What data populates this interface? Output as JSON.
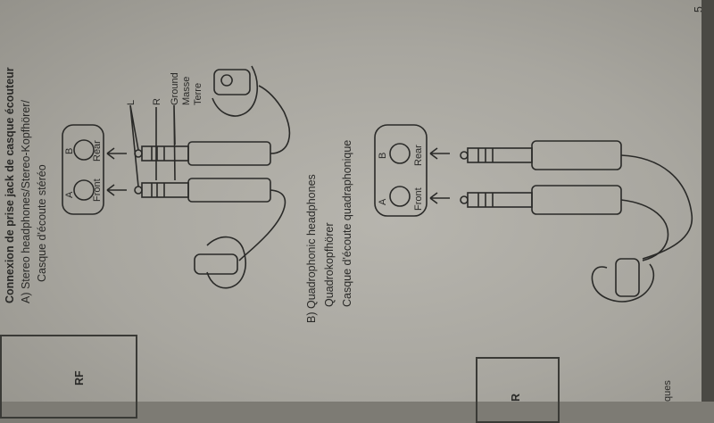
{
  "page_number": "5",
  "section": {
    "title": "Connexion de prise jack de casque écouteur"
  },
  "part_a": {
    "lines": [
      "A)  Stereo headphones/Stereo-Kopfhörer/",
      "Casque d'écoute stéréo"
    ],
    "jack_labels": {
      "a": "A",
      "b": "B",
      "front": "Front",
      "rear": "Rear"
    },
    "plug_labels": {
      "l": "L",
      "r": "R",
      "ground": "Ground",
      "masse": "Masse",
      "terre": "Terre"
    }
  },
  "part_b": {
    "lines": [
      "B)  Quadrophonic headphones",
      "Quadrokopfhörer",
      "Casque d'écoute quadraphonique"
    ],
    "jack_labels": {
      "a": "A",
      "b": "B",
      "front": "Front",
      "rear": "Rear"
    }
  },
  "left_fragments": {
    "rf": "RF",
    "r": "R",
    "ques": "ques"
  }
}
